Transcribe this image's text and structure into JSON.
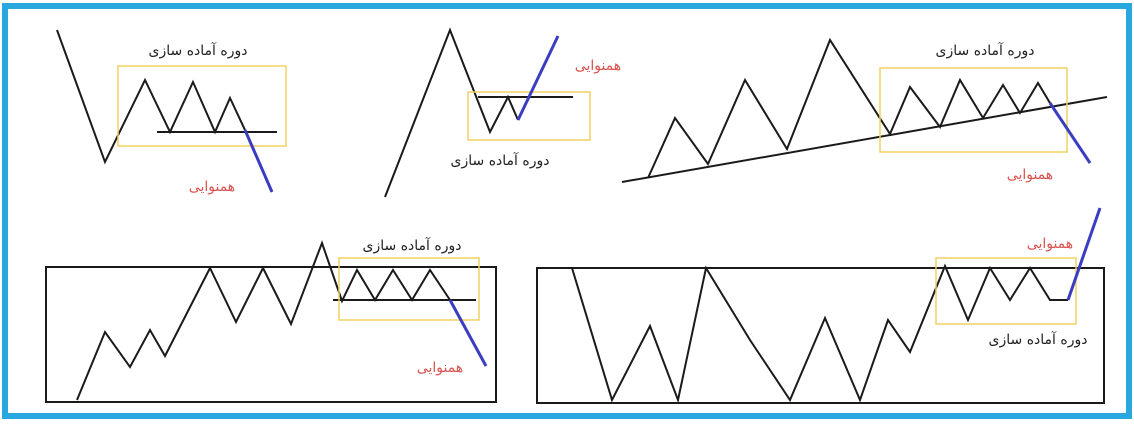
{
  "colors": {
    "frame": "#29a8e0",
    "line": "#1a1a1a",
    "box": "#f0d060",
    "breakout": "#3a3dc0",
    "label": "#222222",
    "breakout_label": "#d9534f"
  },
  "panels": [
    {
      "consolidation_label": "دوره آماده سازی",
      "breakout_label": "همنوایی"
    },
    {
      "consolidation_label": "دوره آماده سازی",
      "breakout_label": "همنوایی"
    },
    {
      "consolidation_label": "دوره آماده سازی",
      "breakout_label": "همنوایی"
    },
    {
      "consolidation_label": "دوره آماده سازی",
      "breakout_label": "همنوایی"
    },
    {
      "consolidation_label": "دوره آماده سازی",
      "breakout_label": "همنوایی"
    }
  ]
}
